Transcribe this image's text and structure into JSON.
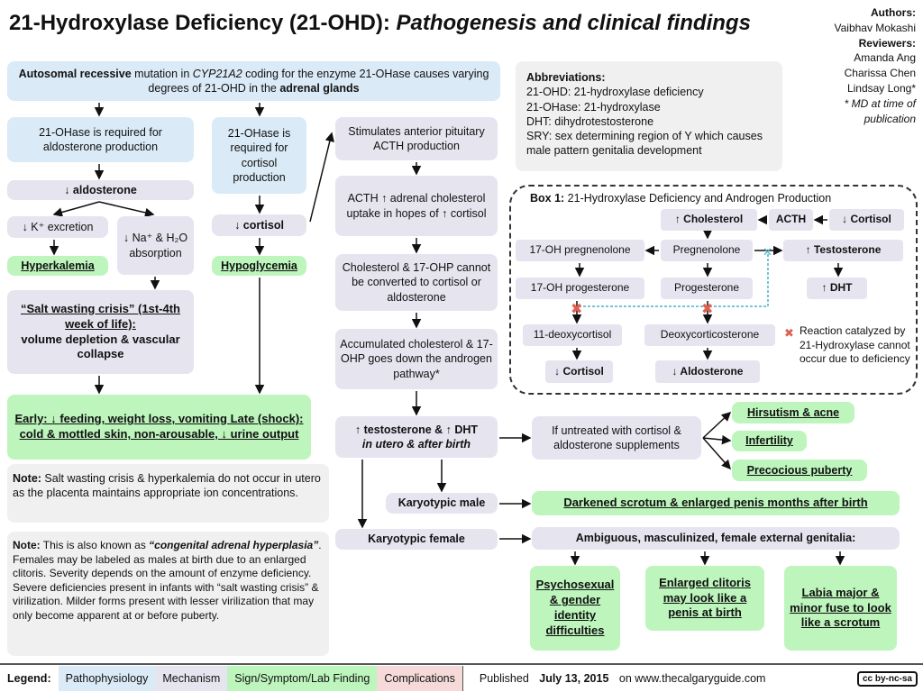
{
  "title": {
    "main": "21-Hydroxylase Deficiency (21-OHD): ",
    "sub": "Pathogenesis and clinical findings"
  },
  "authors": {
    "authors_label": "Authors:",
    "authors": [
      "Vaibhav Mokashi"
    ],
    "reviewers_label": "Reviewers:",
    "reviewers": [
      "Amanda Ang",
      "Charissa Chen",
      "Lindsay Long*"
    ],
    "note": "* MD at time of publication"
  },
  "top": {
    "a": "Autosomal recessive",
    "b": " mutation in ",
    "c": "CYP21A2",
    "d": " coding for the enzyme 21-OHase causes varying degrees of 21-OHD in the ",
    "e": "adrenal glands"
  },
  "left": {
    "aldo_req": "21-OHase is required for aldosterone production",
    "aldo_down": "↓ aldosterone",
    "k": "↓ K⁺ excretion",
    "na": "↓ Na⁺ & H₂O absorption",
    "hyperk": "Hyperkalemia",
    "salt1": "“Salt wasting crisis” (1st-4th week of life):",
    "salt2": "volume depletion & vascular collapse",
    "early": "Early: ↓ feeding, weight loss, vomiting Late (shock): cold & mottled skin, non-arousable, ↓ urine output",
    "note1_label": "Note:",
    "note1": " Salt wasting crisis & hyperkalemia do not occur in utero as the placenta maintains appropriate ion concentrations.",
    "note2_label": "Note:",
    "note2a": " This is also known as ",
    "note2b": "“congenital adrenal hyperplasia”",
    "note2c": ". Females may be labeled as males at birth due to an enlarged clitoris. Severity depends on the amount of enzyme deficiency. Severe deficiencies present in infants with “salt wasting crisis” & virilization. Milder forms present with lesser virilization that may only become apparent at or before puberty."
  },
  "mid": {
    "cort_req": "21-OHase is required for cortisol production",
    "cort_down": "↓ cortisol",
    "hypogly": "Hypoglycemia"
  },
  "col3": {
    "acth": "Stimulates anterior pituitary ACTH production",
    "uptake": "ACTH ↑ adrenal cholesterol uptake in hopes of ↑ cortisol",
    "cannot": "Cholesterol & 17-OHP cannot be converted to cortisol or aldosterone",
    "accum": "Accumulated cholesterol & 17-OHP goes down the androgen pathway*",
    "testo1": "↑ testosterone & ↑ DHT",
    "testo2": "in utero & after birth",
    "male": "Karyotypic male",
    "female": "Karyotypic female"
  },
  "abbrev": {
    "label": "Abbreviations:",
    "items": [
      "21-OHD: 21-hydroxylase deficiency",
      "21-OHase: 21-hydroxylase",
      "DHT: dihydrotestosterone",
      "SRY: sex determining region of Y which causes male pattern genitalia development"
    ]
  },
  "box1": {
    "label": "Box 1:",
    "title": " 21-Hydroxylase Deficiency and Androgen Production",
    "chol": "↑ Cholesterol",
    "acth": "ACTH",
    "cortisol_top": "↓ Cortisol",
    "preg17": "17-OH pregnenolone",
    "preg": "Pregnenolone",
    "testo": "↑ Testosterone",
    "prog17": "17-OH progesterone",
    "prog": "Progesterone",
    "dht": "↑ DHT",
    "deoxycort": "11-deoxycortisol",
    "doc": "Deoxycorticosterone",
    "cortisol": "↓ Cortisol",
    "aldo": "↓ Aldosterone",
    "legend": "Reaction catalyzed by 21-Hydroxylase cannot occur due to deficiency"
  },
  "right": {
    "untreated": "If untreated with cortisol & aldosterone supplements",
    "hirsutism": "Hirsutism & acne",
    "infertility": "Infertility",
    "precocious": "Precocious puberty",
    "scrotum": "Darkened scrotum & enlarged penis months after birth",
    "ambiguous": "Ambiguous, masculinized, female external genitalia:",
    "psych": "Psychosexual & gender identity difficulties",
    "clitoris": "Enlarged clitoris may look like a penis at birth",
    "labia": "Labia major & minor fuse to look like a scrotum"
  },
  "footer": {
    "legend": "Legend:",
    "items": [
      "Pathophysiology",
      "Mechanism",
      "Sign/Symptom/Lab Finding",
      "Complications"
    ],
    "published": "Published ",
    "date": "July 13, 2015",
    "site": " on www.thecalgaryguide.com",
    "license": "cc by-nc-sa"
  },
  "colors": {
    "pathophysiology": "#daeaf6",
    "mechanism": "#e6e4ef",
    "sign": "#bdf5bd",
    "complications": "#f6dada",
    "block": "#e06050",
    "dashed": "#4ab0c8"
  }
}
